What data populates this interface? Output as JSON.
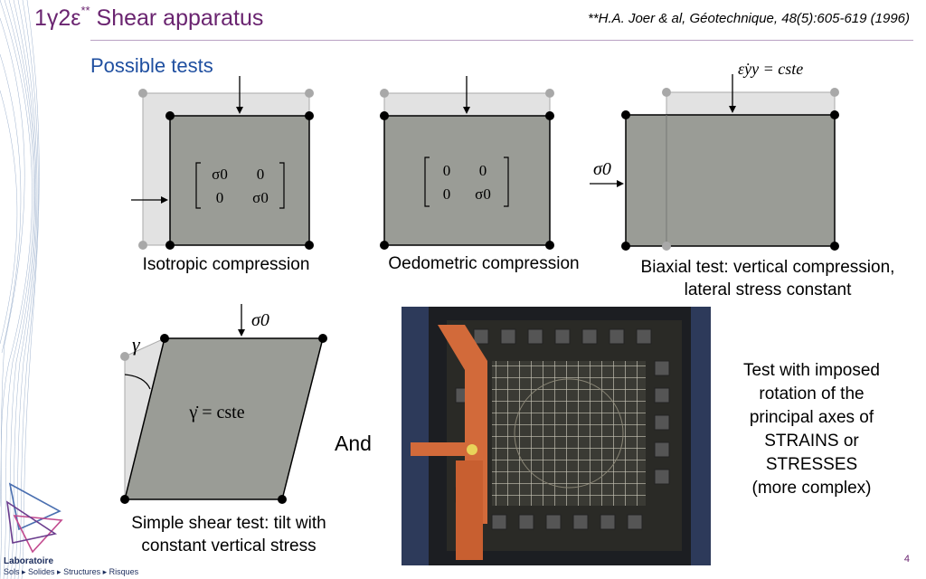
{
  "header": {
    "title_main": "1γ2ε",
    "title_sup": "**",
    "title_rest": " Shear apparatus",
    "reference": "**H.A. Joer & al, Géotechnique, 48(5):605-619 (1996)"
  },
  "subtitle": "Possible tests",
  "tests": {
    "isotropic": {
      "caption": "Isotropic compression",
      "m11": "σ0",
      "m12": "0",
      "m21": "0",
      "m22": "σ0"
    },
    "oedometric": {
      "caption": "Oedometric compression",
      "m11": "0",
      "m12": "0",
      "m21": "0",
      "m22": "σ0"
    },
    "biaxial": {
      "caption_line1": "Biaxial test: vertical compression,",
      "caption_line2": "lateral stress constant",
      "strain_rate": "ε̇yy = cste",
      "stress_label": "σ0"
    },
    "simple_shear": {
      "caption_line1": "Simple shear test:  tilt with",
      "caption_line2": "constant vertical stress",
      "angle_label": "γ",
      "stress_label": "σ0",
      "rate_label": "γ̇ = cste"
    }
  },
  "and_label": "And",
  "rotation_note": {
    "line1": "Test with imposed",
    "line2": "rotation of the",
    "line3": "principal axes of",
    "line4": "STRAINS or",
    "line5": "STRESSES",
    "line6": "(more complex)"
  },
  "footer": {
    "lab_line1": "Laboratoire",
    "lab_line2": "Sols ▸ Solides ▸ Structures ▸ Risques",
    "page_number": "4"
  },
  "colors": {
    "title": "#6a2470",
    "subtitle": "#1f4fa0",
    "sample_fill": "#9a9c96",
    "ghost_fill": "#e2e2e2"
  }
}
